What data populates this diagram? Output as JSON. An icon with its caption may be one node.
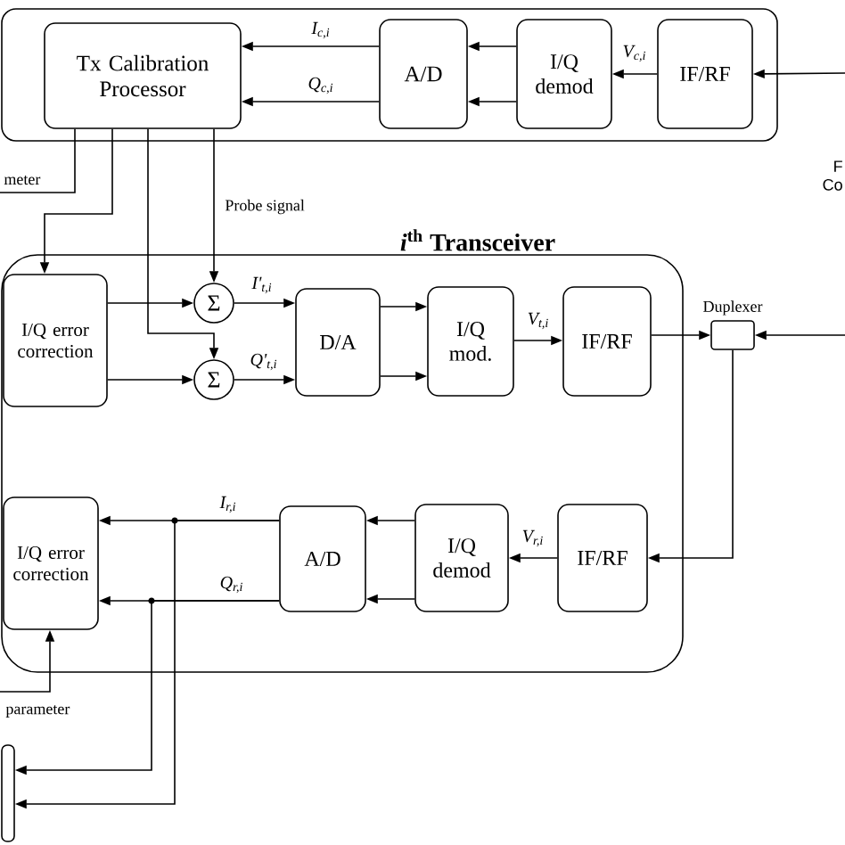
{
  "diagram": {
    "nodes": [
      {
        "text": [],
        "shape": "box"
      },
      {
        "text": [
          "Tx Calibration Processor"
        ],
        "in": 0
      },
      {
        "text": [
          "A/D"
        ],
        "in": 0
      },
      {
        "text": [
          "I/Q demod"
        ],
        "in": 0
      },
      {
        "text": [
          "IF/RF"
        ],
        "in": 0
      },
      {
        "text": [
          "*i*$^{th}$ Transceiver"
        ]
      },
      {
        "text": [
          "I/Q error correction"
        ],
        "in": 5
      },
      {
        "text": [
          "Σ"
        ],
        "in": 5
      },
      {
        "text": [
          "Σ"
        ],
        "in": 5
      },
      {
        "text": [
          "D/A"
        ],
        "in": 5
      },
      {
        "text": [
          "I/Q mod."
        ],
        "in": 5
      },
      {
        "text": [
          "IF/RF"
        ],
        "in": 5
      },
      {
        "text": [
          "Duplexer"
        ]
      },
      {
        "text": [
          "I/Q error correction"
        ],
        "in": 5
      },
      {
        "text": [
          "A/D"
        ],
        "in": 5
      },
      {
        "text": [
          "I/Q demod"
        ],
        "in": 5
      },
      {
        "text": [
          "IF/RF"
        ],
        "in": 5
      },
      {
        "text": [],
        "shape": "box"
      }
    ],
    "edges": [
      {
        "from": null,
        "to": 4,
        "arrow": "to"
      },
      {
        "from": 4,
        "to": 3,
        "arrow": "to",
        "label": "V$_{c,i}$"
      },
      {
        "from": 3,
        "to": 2,
        "arrow": "to"
      },
      {
        "from": 3,
        "to": 2,
        "arrow": "to"
      },
      {
        "from": 2,
        "to": 1,
        "arrow": "to",
        "label": "I$_{c,i}$"
      },
      {
        "from": 2,
        "to": 1,
        "arrow": "to",
        "label": "Q$_{c,i}$"
      },
      {
        "from": 1,
        "to": null,
        "arrow": "none",
        "label": "meter"
      },
      {
        "from": 1,
        "to": 6,
        "arrow": "to"
      },
      {
        "from": 1,
        "to": 8,
        "arrow": "to"
      },
      {
        "from": 1,
        "to": 7,
        "arrow": "to",
        "label": "Probe signal"
      },
      {
        "from": 6,
        "to": 7,
        "arrow": "to"
      },
      {
        "from": 6,
        "to": 8,
        "arrow": "to"
      },
      {
        "from": 7,
        "to": 9,
        "arrow": "to",
        "label": "I'$_{t,i}$"
      },
      {
        "from": 8,
        "to": 9,
        "arrow": "to",
        "label": "Q'$_{t,i}$"
      },
      {
        "from": 9,
        "to": 10,
        "arrow": "to"
      },
      {
        "from": 9,
        "to": 10,
        "arrow": "to"
      },
      {
        "from": 10,
        "to": 11,
        "arrow": "to",
        "label": "V$_{t,i}$"
      },
      {
        "from": 11,
        "to": 12,
        "arrow": "to"
      },
      {
        "from": null,
        "to": 12,
        "arrow": "to"
      },
      {
        "from": 12,
        "to": 16,
        "arrow": "to"
      },
      {
        "from": 16,
        "to": 15,
        "arrow": "to",
        "label": "V$_{r,i}$"
      },
      {
        "from": 15,
        "to": 14,
        "arrow": "to"
      },
      {
        "from": 15,
        "to": 14,
        "arrow": "to"
      },
      {
        "from": 14,
        "to": 13,
        "arrow": "to",
        "label": "I$_{r,i}$"
      },
      {
        "from": 14,
        "to": 13,
        "arrow": "to",
        "label": "Q$_{r,i}$"
      },
      {
        "from": 14,
        "to": 17,
        "arrow": "to"
      },
      {
        "from": 14,
        "to": 17,
        "arrow": "to"
      },
      {
        "from": null,
        "to": 13,
        "arrow": "to",
        "label": "parameter"
      }
    ],
    "labels": [
      "F Co"
    ]
  }
}
